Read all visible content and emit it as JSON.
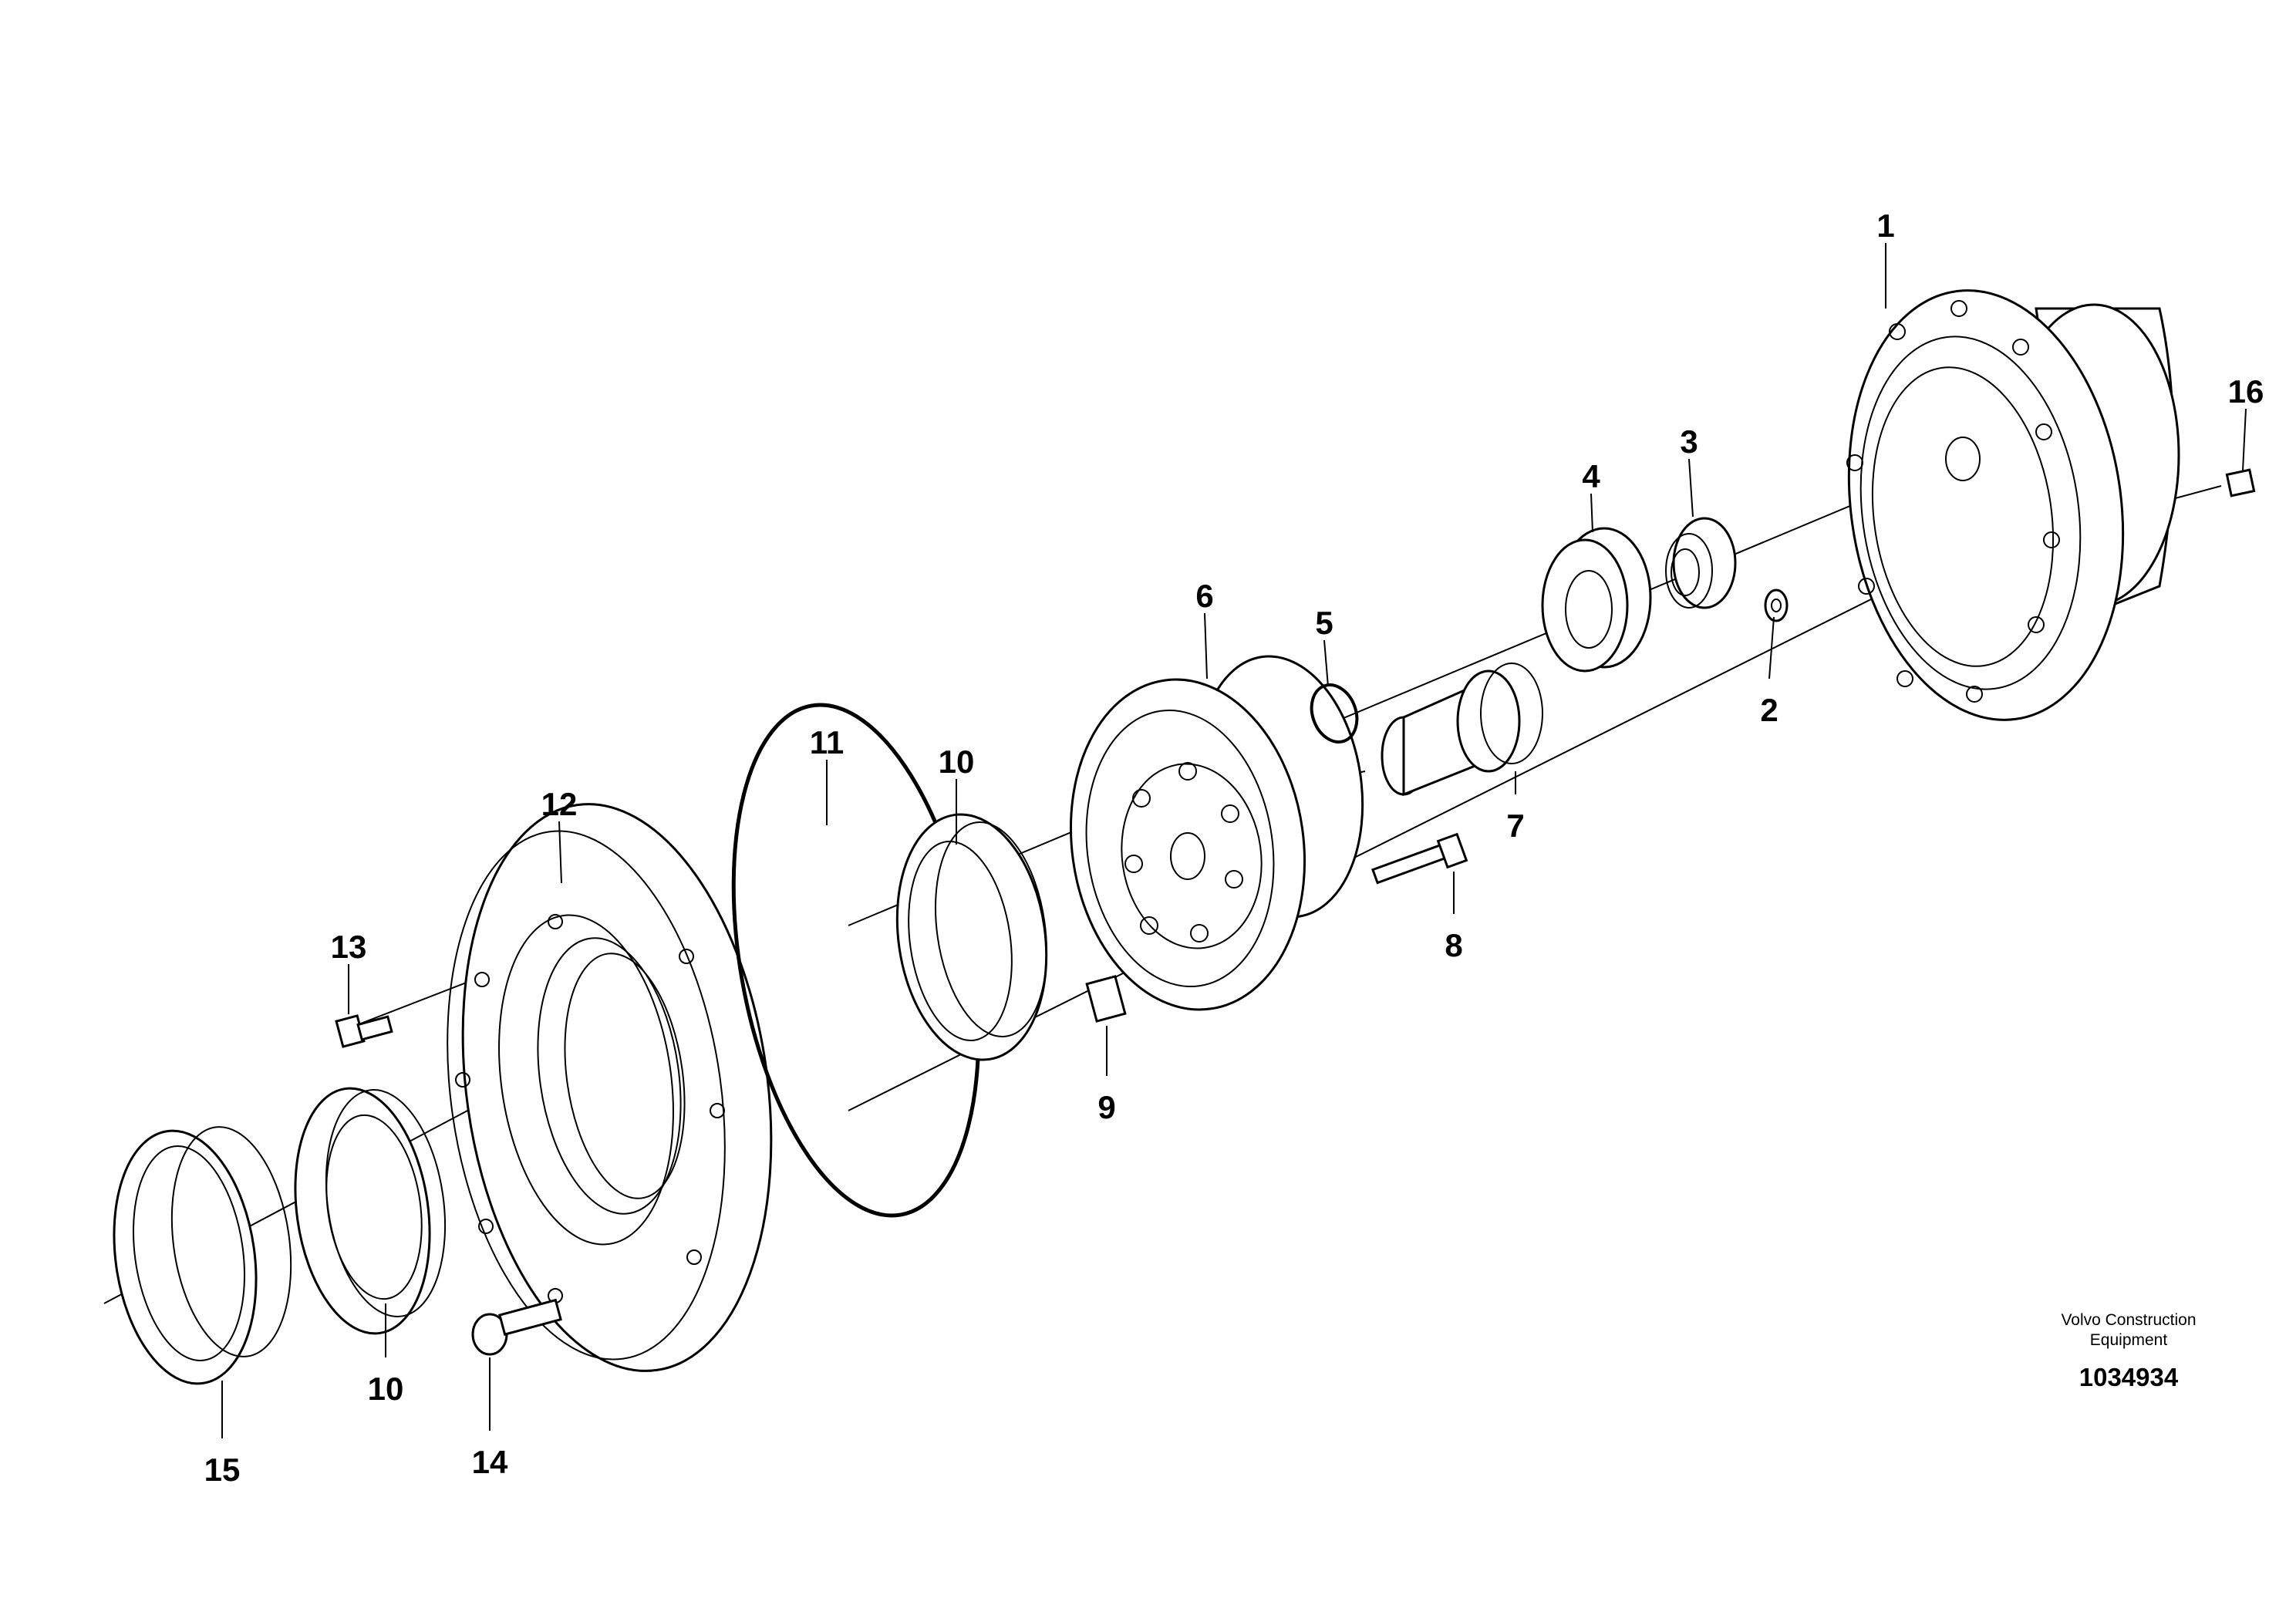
{
  "diagram": {
    "callouts": [
      "1",
      "2",
      "3",
      "4",
      "5",
      "6",
      "7",
      "8",
      "9",
      "10",
      "10",
      "11",
      "12",
      "13",
      "14",
      "15",
      "16"
    ],
    "brand_line1": "Volvo Construction",
    "brand_line2": "Equipment",
    "drawing_number": "1034934"
  }
}
